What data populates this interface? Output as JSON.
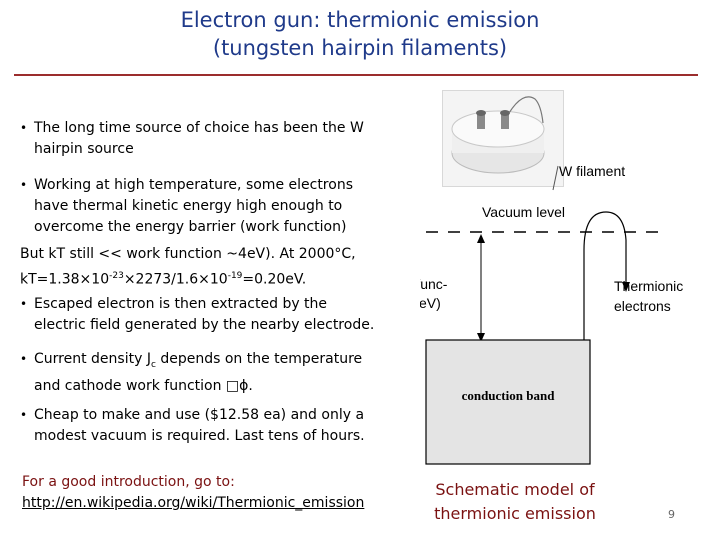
{
  "title": {
    "line1": "Electron gun: thermionic emission",
    "line2": "(tungsten hairpin filaments)"
  },
  "bullets": {
    "b1_line1": "The long time source of choice has been the W",
    "b1_line2": "hairpin source",
    "b2_line1": "Working at high temperature, some electrons",
    "b2_line2": "have thermal kinetic energy high enough to",
    "b2_line3": "overcome the energy barrier (work function)",
    "plain_line1": "But kT still << work function ~4eV). At 2000°C,",
    "plain_line2_a": "kT=1.38×10",
    "plain_line2_sup1": "-23",
    "plain_line2_b": "×2273/1.6×10",
    "plain_line2_sup2": "-19",
    "plain_line2_c": "=0.20eV.",
    "b3_line1": "Escaped electron is then extracted by the",
    "b3_line2": "electric field generated by the nearby electrode.",
    "b4_line1_a": "Current density J",
    "b4_line1_sub": "c",
    "b4_line1_b": " depends on the temperature",
    "b4_line2": "and cathode work function □ϕ.",
    "b5_line1": "Cheap to make and use ($12.58 ea) and only a",
    "b5_line2": "modest vacuum is required. Last tens of hours."
  },
  "diagram": {
    "w_filament": "W filament",
    "vacuum_level": "Vacuum level",
    "work_func_line1": "Work func-",
    "work_func_line2": "tion ϕ(eV)",
    "thermionic_line1": "Thermionic",
    "thermionic_line2": "electrons",
    "conduction_band": "conduction band"
  },
  "link": {
    "intro": "For a good introduction, go to:",
    "url": "http://en.wikipedia.org/wiki/Thermionic_emission"
  },
  "schematic_caption": {
    "line1": "Schematic model of",
    "line2": "thermionic emission"
  },
  "page_number": "9",
  "colors": {
    "title": "#1f3a8a",
    "rule": "#9b2d2d",
    "caption": "#7a1111"
  }
}
